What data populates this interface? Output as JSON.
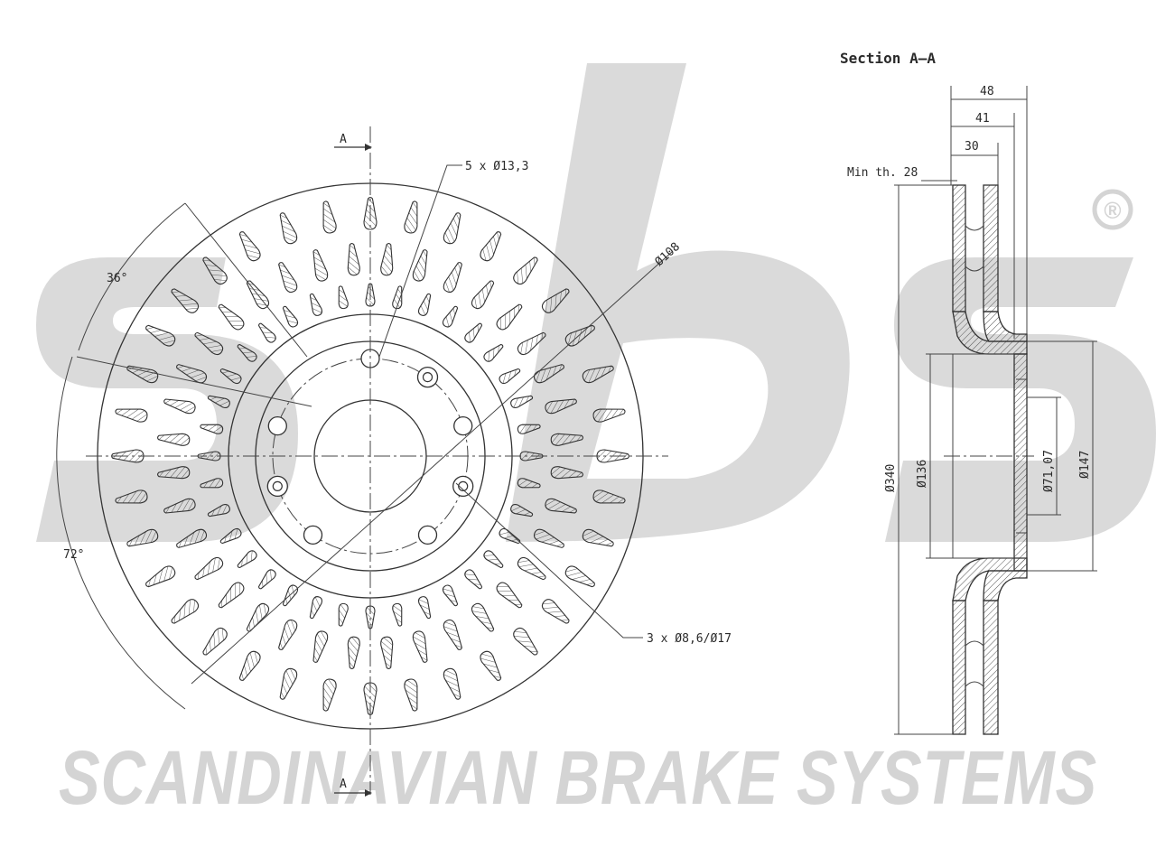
{
  "watermark": {
    "brand_text": "SCANDINAVIAN BRAKE SYSTEMS",
    "logo_text": "sbs",
    "registered_mark": "®",
    "color": "#d4d4d4"
  },
  "front_view": {
    "section_marker_top": "A",
    "section_marker_bottom": "A",
    "bolt_holes_callout": "5 x Ø13,3",
    "pcd_callout": "Ø108",
    "angle_small": "36°",
    "angle_large": "72°",
    "secondary_holes_callout": "3 x Ø8,6/Ø17"
  },
  "section_view": {
    "title": "Section A–A",
    "total_width": "48",
    "hat_depth": "41",
    "disc_thickness": "30",
    "min_thickness": "Min th. 28",
    "outer_diameter": "Ø340",
    "inner_diameter": "Ø136",
    "center_bore": "Ø71,07",
    "hat_diameter": "Ø147"
  },
  "colors": {
    "line": "#333333",
    "hatch": "#555555",
    "watermark": "#d4d4d4"
  }
}
